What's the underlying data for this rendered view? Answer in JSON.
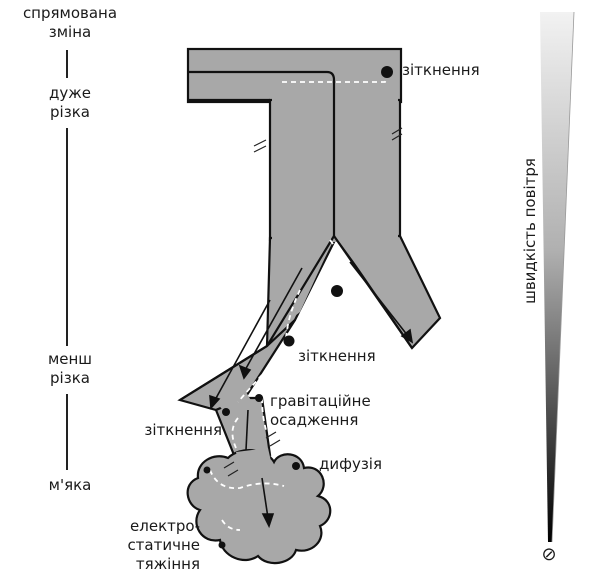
{
  "scale": {
    "top_label_1": "спрямована",
    "top_label_2": "зміна",
    "level1_line1": "дуже",
    "level1_line2": "різка",
    "level2_line1": "менш",
    "level2_line2": "різка",
    "level3": "м'яка"
  },
  "labels": {
    "collision_top": "зіткнення",
    "collision_mid": "зіткнення",
    "collision_low": "зіткнення",
    "gravity_1": "гравітаційне",
    "gravity_2": "осадження",
    "diffusion": "дифузія",
    "electro_1": "електро-",
    "electro_2": "статичне",
    "electro_3": "тяжіння"
  },
  "air_speed": {
    "label": "швидкість повітря",
    "bottom_symbol": "⊘"
  },
  "colors": {
    "airway_fill": "#a8a8a8",
    "airway_stroke": "#111111",
    "gradient_top": "#f2f2f2",
    "gradient_bottom": "#000000"
  }
}
